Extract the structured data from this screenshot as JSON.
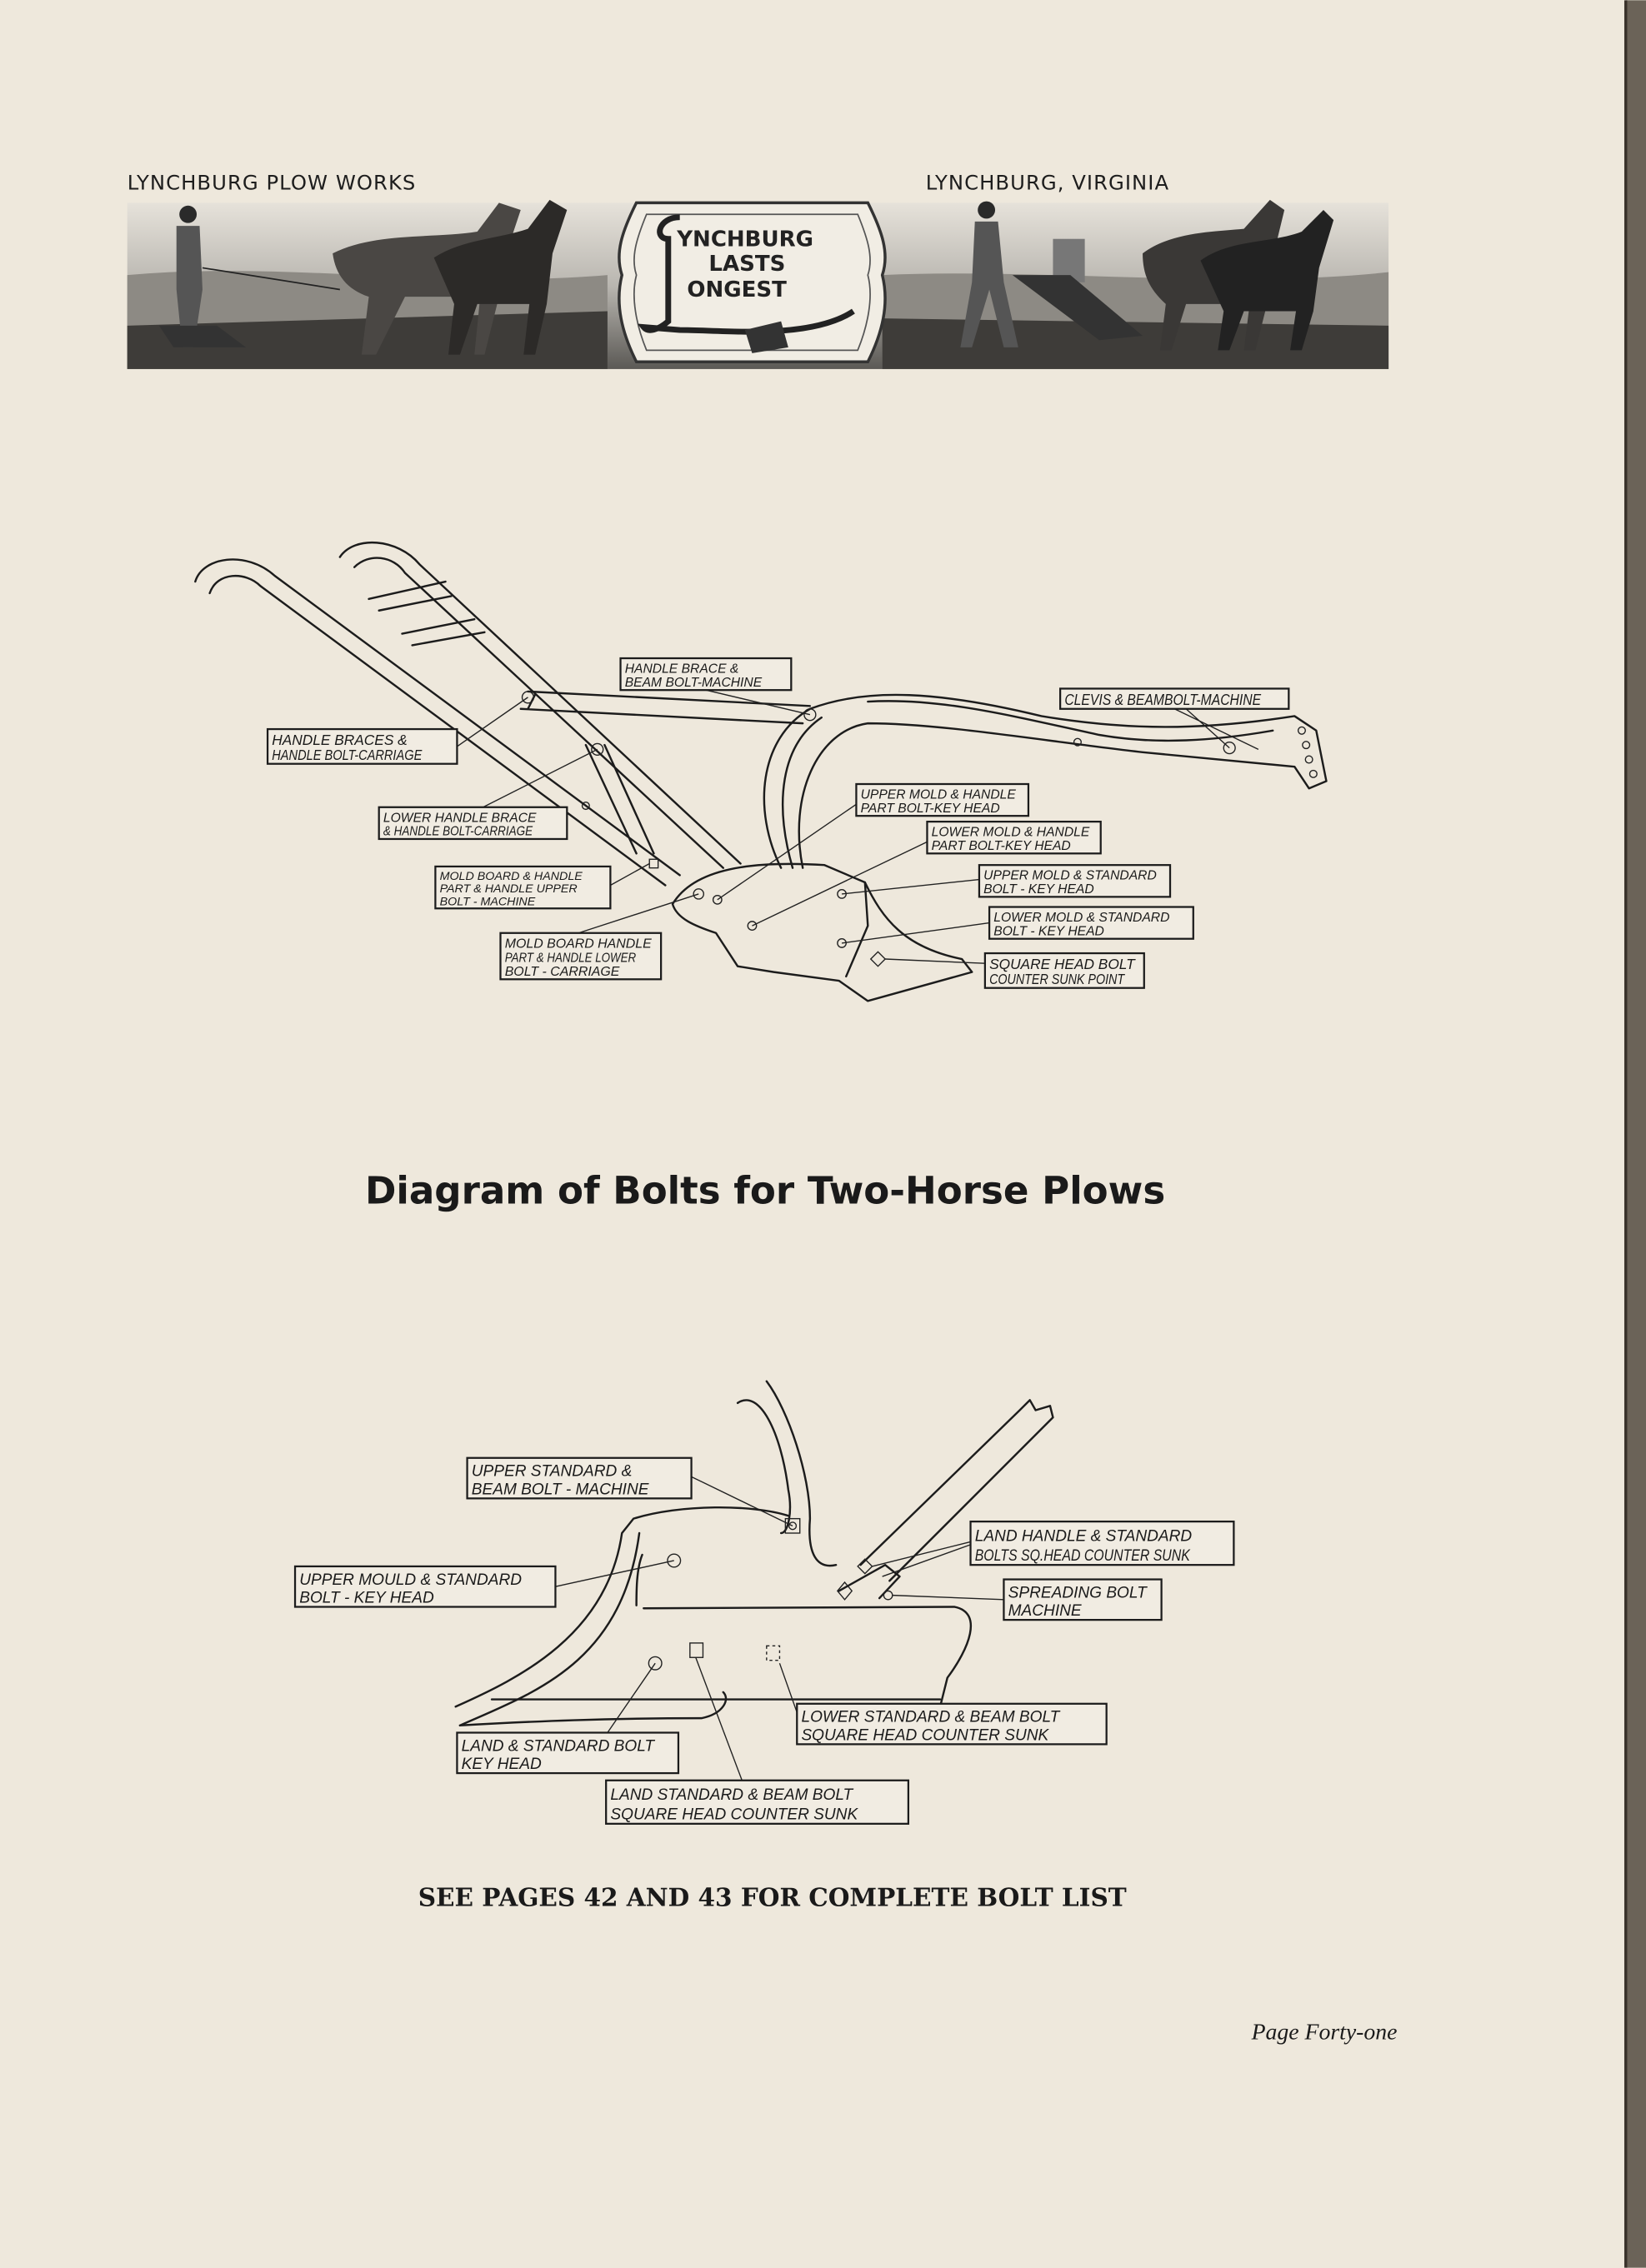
{
  "header": {
    "left_text": "LYNCHBURG PLOW WORKS",
    "right_text": "LYNCHBURG, VIRGINIA",
    "logo_text": [
      "LYNCHBURG",
      "LASTS",
      "LONGEST"
    ]
  },
  "diagram1": {
    "labels": [
      [
        "HANDLE BRACE &",
        "BEAM BOLT-MACHINE"
      ],
      [
        "CLEVIS & BEAMBOLT-MACHINE"
      ],
      [
        "HANDLE BRACES &",
        "HANDLE BOLT-CARRIAGE"
      ],
      [
        "LOWER HANDLE BRACE",
        "& HANDLE BOLT-CARRIAGE"
      ],
      [
        "UPPER MOLD & HANDLE",
        "PART BOLT-KEY HEAD"
      ],
      [
        "LOWER MOLD & HANDLE",
        "PART BOLT-KEY HEAD"
      ],
      [
        "MOLD BOARD & HANDLE",
        "PART & HANDLE UPPER",
        "BOLT - MACHINE"
      ],
      [
        "UPPER MOLD & STANDARD",
        "BOLT - KEY HEAD"
      ],
      [
        "LOWER MOLD & STANDARD",
        "BOLT - KEY HEAD"
      ],
      [
        "MOLD BOARD HANDLE",
        "PART & HANDLE LOWER",
        "BOLT - CARRIAGE"
      ],
      [
        "SQUARE HEAD BOLT",
        "COUNTER SUNK POINT"
      ]
    ]
  },
  "title": "Diagram of Bolts for Two-Horse Plows",
  "diagram2": {
    "labels": [
      [
        "UPPER STANDARD &",
        "BEAM BOLT - MACHINE"
      ],
      [
        "UPPER MOULD & STANDARD",
        "BOLT - KEY HEAD"
      ],
      [
        "LAND HANDLE & STANDARD",
        "BOLTS SQ.HEAD COUNTER SUNK"
      ],
      [
        "SPREADING BOLT",
        "MACHINE"
      ],
      [
        "LOWER STANDARD & BEAM BOLT",
        "SQUARE HEAD COUNTER SUNK"
      ],
      [
        "LAND & STANDARD BOLT",
        "KEY HEAD"
      ],
      [
        "LAND STANDARD & BEAM BOLT",
        "SQUARE HEAD COUNTER SUNK"
      ]
    ]
  },
  "footer": {
    "note": "SEE PAGES 42 AND 43 FOR COMPLETE BOLT LIST",
    "page_number": "Page Forty-one"
  },
  "colors": {
    "paper": "#eee8dc",
    "ink": "#1a1a1a"
  }
}
